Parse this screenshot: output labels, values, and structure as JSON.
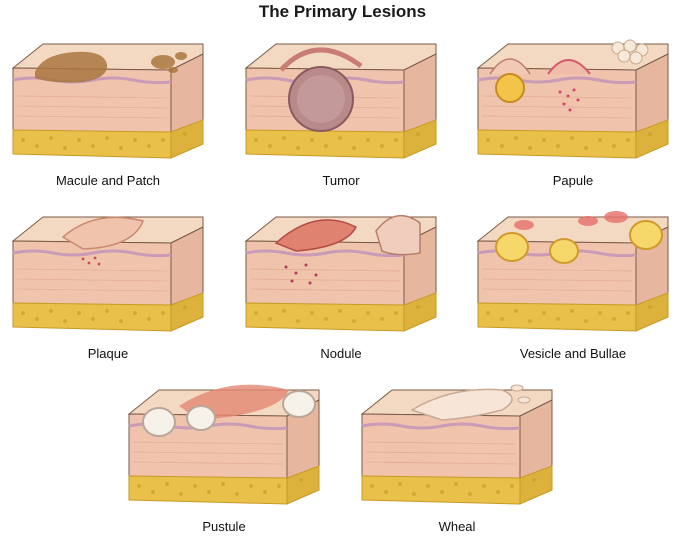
{
  "title": "The Primary Lesions",
  "lesions": [
    {
      "label": "Macule and Patch"
    },
    {
      "label": "Tumor"
    },
    {
      "label": "Papule"
    },
    {
      "label": "Plaque"
    },
    {
      "label": "Nodule"
    },
    {
      "label": "Vesicle and Bullae"
    },
    {
      "label": "Pustule"
    },
    {
      "label": "Wheal"
    }
  ],
  "colors": {
    "skin_top": "#f3d9c2",
    "skin_side": "#efc3ac",
    "dermis_line": "#c99bb6",
    "fat": "#e8c04a",
    "fat_dark": "#c99a23",
    "outline": "#7a5b48"
  }
}
